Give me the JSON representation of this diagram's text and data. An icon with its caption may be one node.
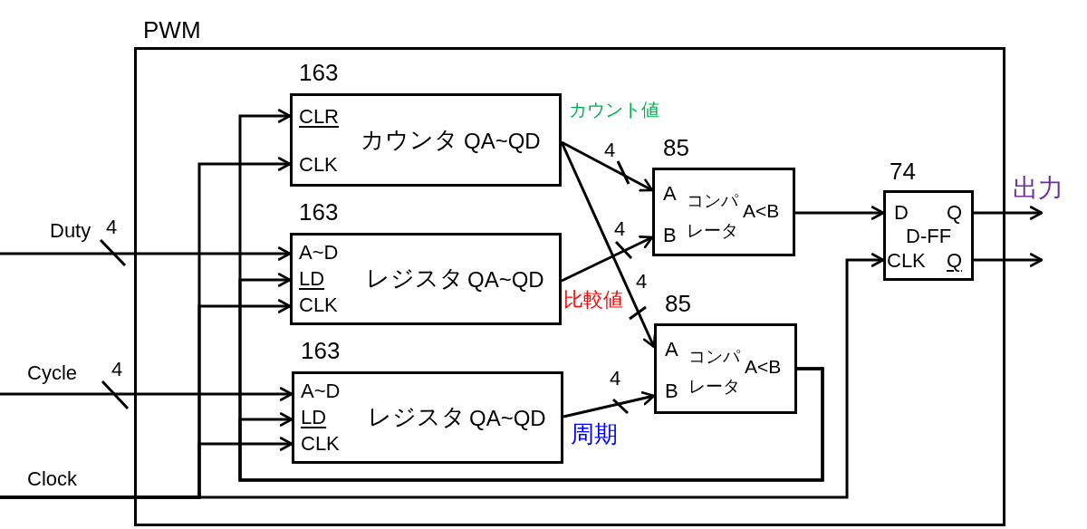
{
  "diagram": {
    "nodes": [
      {
        "text": [
          "PWM"
        ]
      },
      {
        "text": [
          "163",
          "CLR",
          "CLK",
          "カウンタ",
          "QA~QD"
        ],
        "in": 0
      },
      {
        "text": [
          "163",
          "A~D",
          "LD",
          "CLK",
          "レジスタ",
          "QA~QD"
        ],
        "in": 0
      },
      {
        "text": [
          "163",
          "A~D",
          "LD",
          "CLK",
          "レジスタ",
          "QA~QD"
        ],
        "in": 0
      },
      {
        "text": [
          "85",
          "A",
          "B",
          "コンパレータ",
          "A<B"
        ],
        "in": 0
      },
      {
        "text": [
          "85",
          "A",
          "B",
          "コンパレータ",
          "A<B"
        ],
        "in": 0
      },
      {
        "text": [
          "74",
          "D",
          "Q",
          "D-FF",
          "CLK",
          "Q"
        ],
        "in": 0
      }
    ],
    "edges": [
      {
        "from": null,
        "to": 2,
        "arrow": "to",
        "label": "Duty"
      },
      {
        "from": null,
        "to": 3,
        "arrow": "to",
        "label": "Cycle"
      },
      {
        "from": null,
        "to": 1,
        "arrow": "to",
        "label": "Clock"
      },
      {
        "from": null,
        "to": 2,
        "arrow": "to"
      },
      {
        "from": null,
        "to": 3,
        "arrow": "to"
      },
      {
        "from": null,
        "to": 6,
        "arrow": "to"
      },
      {
        "from": 5,
        "to": 1,
        "arrow": "to"
      },
      {
        "from": 5,
        "to": 2,
        "arrow": "to"
      },
      {
        "from": 5,
        "to": 3,
        "arrow": "to"
      },
      {
        "from": 1,
        "to": 4,
        "arrow": "to",
        "label": "カウント値"
      },
      {
        "from": 1,
        "to": 5,
        "arrow": "to"
      },
      {
        "from": 2,
        "to": 4,
        "arrow": "to",
        "label": "比較値"
      },
      {
        "from": 3,
        "to": 5,
        "arrow": "to",
        "label": "周期"
      },
      {
        "from": 4,
        "to": 6,
        "arrow": "to"
      },
      {
        "from": 6,
        "to": null,
        "arrow": "to",
        "label": "出力"
      },
      {
        "from": 6,
        "to": null,
        "arrow": "to"
      }
    ],
    "labels": [
      "4",
      "4",
      "4",
      "4",
      "4",
      "4"
    ]
  }
}
